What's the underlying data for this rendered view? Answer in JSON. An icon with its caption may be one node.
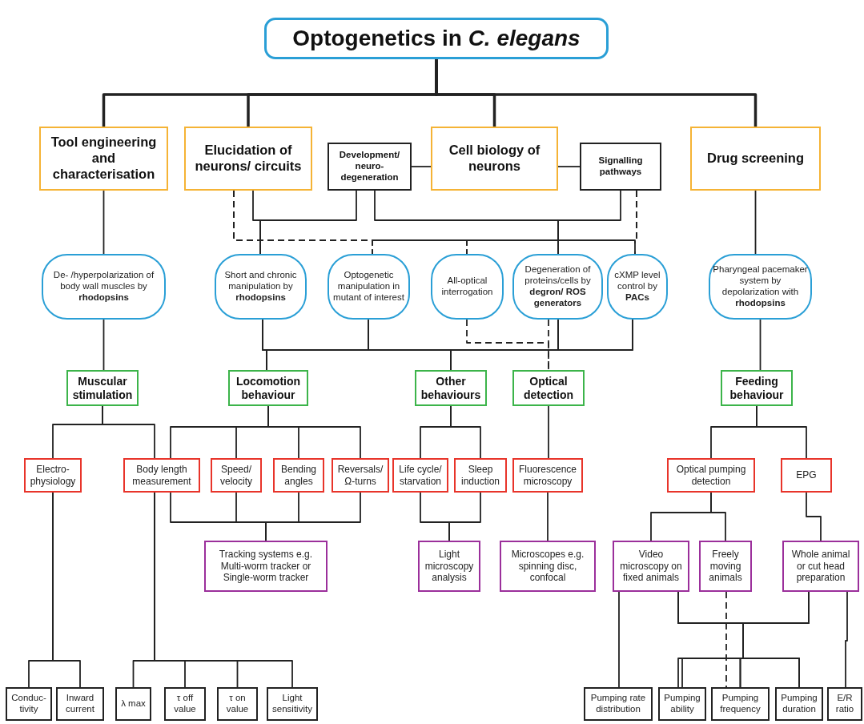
{
  "diagram": {
    "nodes": [
      {
        "text": [
          "Optogenetics in *C. elegans*"
        ]
      },
      {
        "text": [
          "Tool engineering and characterisation"
        ]
      },
      {
        "text": [
          "Elucidation of neurons/ circuits"
        ]
      },
      {
        "text": [
          "Development/ neuro-degeneration"
        ]
      },
      {
        "text": [
          "Cell biology of neurons"
        ]
      },
      {
        "text": [
          "Signalling pathways"
        ]
      },
      {
        "text": [
          "Drug screening"
        ]
      },
      {
        "text": [
          "De- /hyperpolarization of body wall muscles by **rhodopsins**"
        ]
      },
      {
        "text": [
          "Short and chronic manipulation by **rhodopsins**"
        ]
      },
      {
        "text": [
          "Optogenetic manipulation in mutant of interest"
        ]
      },
      {
        "text": [
          "All-optical interrogation"
        ]
      },
      {
        "text": [
          "Degeneration of proteins/cells by **degron/ ROS generators**"
        ]
      },
      {
        "text": [
          "cXMP level control by **PACs**"
        ]
      },
      {
        "text": [
          "Pharyngeal pacemaker system by depolarization with **rhodopsins**"
        ]
      },
      {
        "text": [
          "Muscular stimulation"
        ]
      },
      {
        "text": [
          "Locomotion behaviour"
        ]
      },
      {
        "text": [
          "Other behaviours"
        ]
      },
      {
        "text": [
          "Optical detection"
        ]
      },
      {
        "text": [
          "Feeding behaviour"
        ]
      },
      {
        "text": [
          "Electro-physiology"
        ]
      },
      {
        "text": [
          "Body length measurement"
        ]
      },
      {
        "text": [
          "Speed/ velocity"
        ]
      },
      {
        "text": [
          "Bending angles"
        ]
      },
      {
        "text": [
          "Reversals/ Ω-turns"
        ]
      },
      {
        "text": [
          "Life cycle/ starvation"
        ]
      },
      {
        "text": [
          "Sleep induction"
        ]
      },
      {
        "text": [
          "Fluorescence microscopy"
        ]
      },
      {
        "text": [
          "Optical pumping detection"
        ]
      },
      {
        "text": [
          "EPG"
        ]
      },
      {
        "text": [
          "Tracking systems e.g. Multi-worm tracker or Single-worm tracker"
        ]
      },
      {
        "text": [
          "Light microscopy analysis"
        ]
      },
      {
        "text": [
          "Microscopes e.g. spinning disc, confocal"
        ]
      },
      {
        "text": [
          "Video microscopy on fixed animals"
        ]
      },
      {
        "text": [
          "Freely moving animals"
        ]
      },
      {
        "text": [
          "Whole animal or cut head preparation"
        ]
      },
      {
        "text": [
          "Conduc-tivity"
        ]
      },
      {
        "text": [
          "Inward current"
        ]
      },
      {
        "text": [
          "λ max"
        ]
      },
      {
        "text": [
          "τ off value"
        ]
      },
      {
        "text": [
          "τ on value"
        ]
      },
      {
        "text": [
          "Light sensitivity"
        ]
      },
      {
        "text": [
          "Pumping rate distribution"
        ]
      },
      {
        "text": [
          "Pumping ability"
        ]
      },
      {
        "text": [
          "Pumping frequency"
        ]
      },
      {
        "text": [
          "Pumping duration"
        ]
      },
      {
        "text": [
          "E/R ratio"
        ]
      }
    ],
    "edges": [
      {
        "from": 0,
        "to": 1,
        "arrow": "none",
        "style": "thick"
      },
      {
        "from": 0,
        "to": 2,
        "arrow": "none",
        "style": "thick"
      },
      {
        "from": 0,
        "to": 4,
        "arrow": "none",
        "style": "thick"
      },
      {
        "from": 0,
        "to": 6,
        "arrow": "none",
        "style": "thick"
      },
      {
        "from": 3,
        "to": 4,
        "arrow": "none"
      },
      {
        "from": 4,
        "to": 5,
        "arrow": "none"
      },
      {
        "from": 1,
        "to": 7,
        "arrow": "none"
      },
      {
        "from": 2,
        "to": 8,
        "arrow": "none"
      },
      {
        "from": 3,
        "to": 8,
        "arrow": "none"
      },
      {
        "from": 3,
        "to": 11,
        "arrow": "none"
      },
      {
        "from": 5,
        "to": 11,
        "arrow": "none"
      },
      {
        "from": 2,
        "to": 9,
        "arrow": "none",
        "style": "dashed"
      },
      {
        "from": 2,
        "to": 10,
        "arrow": "none",
        "style": "dashed"
      },
      {
        "from": 5,
        "to": 9,
        "arrow": "none",
        "style": "dashed"
      },
      {
        "from": 5,
        "to": 10,
        "arrow": "none",
        "style": "dashed"
      },
      {
        "from": 5,
        "to": 12,
        "arrow": "none",
        "style": "dashed"
      },
      {
        "from": 2,
        "to": 12,
        "arrow": "none",
        "style": "dashed"
      },
      {
        "from": 8,
        "to": 15,
        "arrow": "none"
      },
      {
        "from": 8,
        "to": 16,
        "arrow": "none"
      },
      {
        "from": 9,
        "to": 15,
        "arrow": "none"
      },
      {
        "from": 9,
        "to": 16,
        "arrow": "none"
      },
      {
        "from": 11,
        "to": 15,
        "arrow": "none"
      },
      {
        "from": 11,
        "to": 16,
        "arrow": "none"
      },
      {
        "from": 12,
        "to": 15,
        "arrow": "none"
      },
      {
        "from": 12,
        "to": 16,
        "arrow": "none"
      },
      {
        "from": 10,
        "to": 17,
        "arrow": "none",
        "style": "dashed"
      },
      {
        "from": 11,
        "to": 17,
        "arrow": "none",
        "style": "dashed"
      },
      {
        "from": 6,
        "to": 13,
        "arrow": "none"
      },
      {
        "from": 13,
        "to": 18,
        "arrow": "none"
      },
      {
        "from": 7,
        "to": 14,
        "arrow": "none"
      },
      {
        "from": 14,
        "to": 19,
        "arrow": "none"
      },
      {
        "from": 14,
        "to": 20,
        "arrow": "none"
      },
      {
        "from": 15,
        "to": 20,
        "arrow": "none"
      },
      {
        "from": 15,
        "to": 21,
        "arrow": "none"
      },
      {
        "from": 15,
        "to": 22,
        "arrow": "none"
      },
      {
        "from": 15,
        "to": 23,
        "arrow": "none"
      },
      {
        "from": 16,
        "to": 24,
        "arrow": "none"
      },
      {
        "from": 16,
        "to": 25,
        "arrow": "none"
      },
      {
        "from": 17,
        "to": 26,
        "arrow": "none"
      },
      {
        "from": 18,
        "to": 27,
        "arrow": "none"
      },
      {
        "from": 18,
        "to": 28,
        "arrow": "none"
      },
      {
        "from": 20,
        "to": 29,
        "arrow": "none"
      },
      {
        "from": 21,
        "to": 29,
        "arrow": "none"
      },
      {
        "from": 22,
        "to": 29,
        "arrow": "none"
      },
      {
        "from": 23,
        "to": 29,
        "arrow": "none"
      },
      {
        "from": 24,
        "to": 30,
        "arrow": "none"
      },
      {
        "from": 25,
        "to": 30,
        "arrow": "none"
      },
      {
        "from": 26,
        "to": 31,
        "arrow": "none"
      },
      {
        "from": 27,
        "to": 32,
        "arrow": "none"
      },
      {
        "from": 27,
        "to": 33,
        "arrow": "none"
      },
      {
        "from": 28,
        "to": 34,
        "arrow": "none"
      },
      {
        "from": 19,
        "to": 35,
        "arrow": "none"
      },
      {
        "from": 19,
        "to": 36,
        "arrow": "none"
      },
      {
        "from": 20,
        "to": 37,
        "arrow": "none"
      },
      {
        "from": 20,
        "to": 38,
        "arrow": "none"
      },
      {
        "from": 20,
        "to": 39,
        "arrow": "none"
      },
      {
        "from": 20,
        "to": 40,
        "arrow": "none"
      },
      {
        "from": 32,
        "to": 41,
        "arrow": "none"
      },
      {
        "from": 32,
        "to": 42,
        "arrow": "none"
      },
      {
        "from": 32,
        "to": 43,
        "arrow": "none"
      },
      {
        "from": 32,
        "to": 44,
        "arrow": "none"
      },
      {
        "from": 34,
        "to": 42,
        "arrow": "none"
      },
      {
        "from": 34,
        "to": 43,
        "arrow": "none"
      },
      {
        "from": 34,
        "to": 44,
        "arrow": "none"
      },
      {
        "from": 33,
        "to": 43,
        "arrow": "none",
        "style": "dashed"
      },
      {
        "from": 34,
        "to": 45,
        "arrow": "none"
      }
    ]
  }
}
